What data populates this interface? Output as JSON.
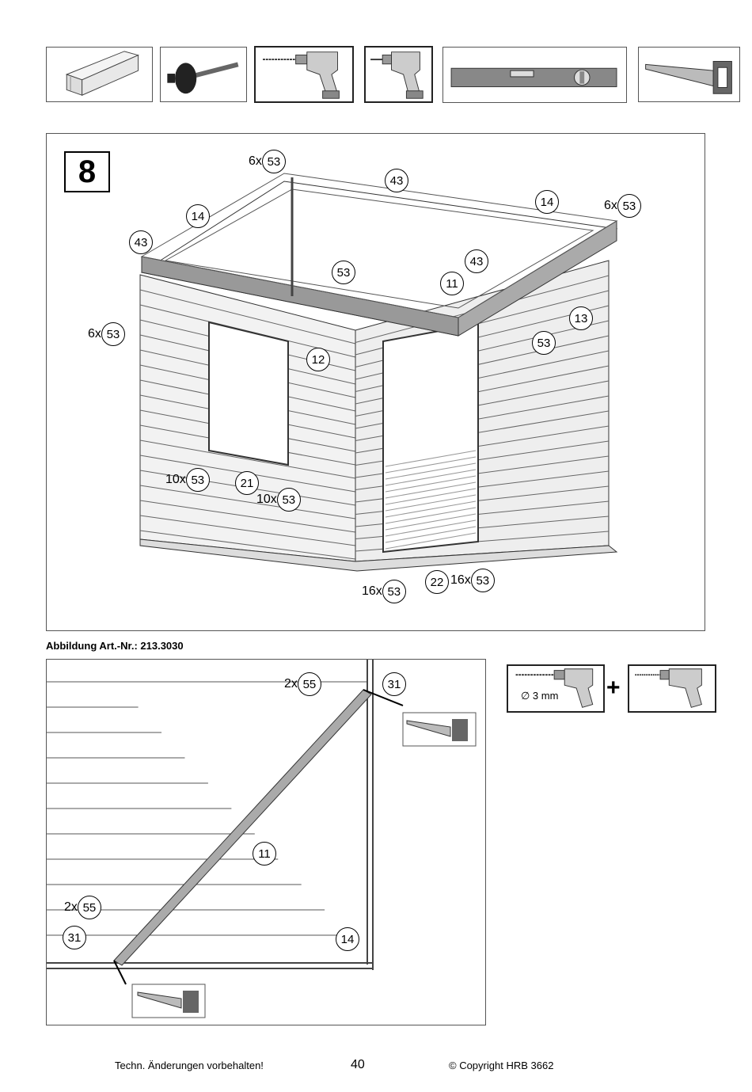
{
  "tools": [
    {
      "id": "board",
      "icon": "wood-board-icon"
    },
    {
      "id": "mallet",
      "icon": "rubber-mallet-icon"
    },
    {
      "id": "drill-bit",
      "icon": "drill-with-bit-icon"
    },
    {
      "id": "screwdriver",
      "icon": "cordless-screwdriver-icon"
    },
    {
      "id": "level",
      "icon": "spirit-level-icon"
    },
    {
      "id": "saw",
      "icon": "hand-saw-icon"
    }
  ],
  "step": {
    "number": "8"
  },
  "main_callouts": [
    {
      "prefix": "6x",
      "num": "53"
    },
    {
      "prefix": "",
      "num": "43"
    },
    {
      "prefix": "",
      "num": "14"
    },
    {
      "prefix": "6x",
      "num": "53"
    },
    {
      "prefix": "",
      "num": "14"
    },
    {
      "prefix": "",
      "num": "43"
    },
    {
      "prefix": "",
      "num": "43"
    },
    {
      "prefix": "",
      "num": "53"
    },
    {
      "prefix": "",
      "num": "11"
    },
    {
      "prefix": "",
      "num": "13"
    },
    {
      "prefix": "6x",
      "num": "53"
    },
    {
      "prefix": "",
      "num": "53"
    },
    {
      "prefix": "",
      "num": "12"
    },
    {
      "prefix": "10x",
      "num": "53"
    },
    {
      "prefix": "",
      "num": "21"
    },
    {
      "prefix": "10x",
      "num": "53"
    },
    {
      "prefix": "16x",
      "num": "53"
    },
    {
      "prefix": "",
      "num": "22"
    },
    {
      "prefix": "16x",
      "num": "53"
    }
  ],
  "caption": "Abbildung Art.-Nr.: 213.3030",
  "detail_callouts": [
    {
      "prefix": "2x",
      "num": "55"
    },
    {
      "prefix": "",
      "num": "31"
    },
    {
      "prefix": "",
      "num": "11"
    },
    {
      "prefix": "2x",
      "num": "55"
    },
    {
      "prefix": "",
      "num": "31"
    },
    {
      "prefix": "",
      "num": "14"
    }
  ],
  "predrill": {
    "diameter": "∅ 3 mm",
    "plus": "+"
  },
  "footer": {
    "left": "Techn. Änderungen vorbehalten!",
    "page": "40",
    "right": "© Copyright HRB 3662"
  }
}
